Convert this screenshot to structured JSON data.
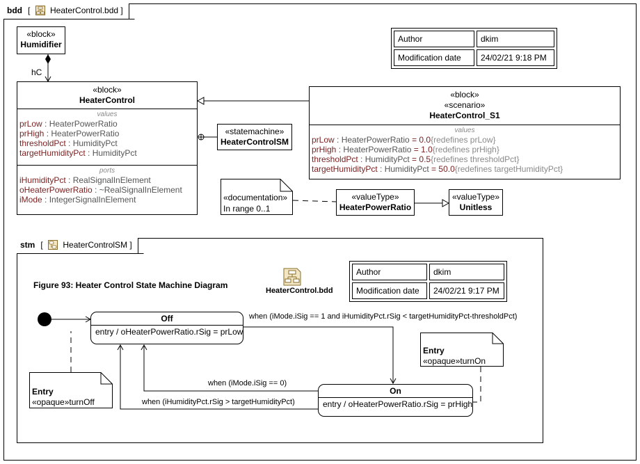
{
  "bdd": {
    "frame_kind": "bdd",
    "frame_name": "HeaterControl.bdd",
    "info_table": {
      "rows": [
        [
          "Author",
          "dkim"
        ],
        [
          "Modification date",
          "24/02/21 9:18 PM"
        ]
      ]
    },
    "humidifier": {
      "stereotype": "«block»",
      "name": "Humidifier"
    },
    "assoc_role": "hC",
    "heater_control": {
      "stereotype": "«block»",
      "name": "HeaterControl",
      "values_title": "values",
      "values": [
        {
          "name": "prLow",
          "type": " : HeaterPowerRatio"
        },
        {
          "name": "prHigh",
          "type": " : HeaterPowerRatio"
        },
        {
          "name": "thresholdPct",
          "type": " : HumidityPct"
        },
        {
          "name": "targetHumidityPct",
          "type": " : HumidityPct"
        }
      ],
      "ports_title": "ports",
      "ports": [
        {
          "name": "iHumidityPct",
          "type": " : RealSignalInElement"
        },
        {
          "name": "oHeaterPowerRatio",
          "type": " : ~RealSignalInElement"
        },
        {
          "name": "iMode",
          "type": " : IntegerSignalInElement"
        }
      ]
    },
    "statemachine": {
      "stereotype": "«statemachine»",
      "name": "HeaterControlSM"
    },
    "scenario": {
      "stereotype1": "«block»",
      "stereotype2": "«scenario»",
      "name": "HeaterControl_S1",
      "values_title": "values",
      "values": [
        {
          "name": "prLow",
          "type": " : HeaterPowerRatio",
          "eq": " = 0.0",
          "red": "{redefines prLow}"
        },
        {
          "name": "prHigh",
          "type": " : HeaterPowerRatio",
          "eq": " = 1.0",
          "red": "{redefines prHigh}"
        },
        {
          "name": "thresholdPct",
          "type": " : HumidityPct",
          "eq": " = 0.5",
          "red": "{redefines thresholdPct}"
        },
        {
          "name": "targetHumidityPct",
          "type": " : HumidityPct",
          "eq": " = 50.0",
          "red": "{redefines targetHumidityPct}"
        }
      ]
    },
    "documentation": {
      "stereotype": "«documentation»",
      "text": "In range 0..1"
    },
    "heater_power_ratio": {
      "stereotype": "«valueType»",
      "name": "HeaterPowerRatio"
    },
    "unitless": {
      "stereotype": "«valueType»",
      "name": "Unitless"
    }
  },
  "stm": {
    "frame_kind": "stm",
    "frame_name": "HeaterControlSM",
    "figure_title": "Figure 93: Heater Control State Machine Diagram",
    "diagram_link": "HeaterControl.bdd",
    "info_table": {
      "rows": [
        [
          "Author",
          "dkim"
        ],
        [
          "Modification date",
          "24/02/21 9:17 PM"
        ]
      ]
    },
    "off": {
      "name": "Off",
      "entry": "entry / oHeaterPowerRatio.rSig = prLow"
    },
    "on": {
      "name": "On",
      "entry": "entry / oHeaterPowerRatio.rSig = prHigh"
    },
    "t_off_on": "when (iMode.iSig == 1 and iHumidityPct.rSig < targetHumidityPct-thresholdPct)",
    "t_on_off_mode": "when (iMode.iSig == 0)",
    "t_on_off_hum": "when (iHumidityPct.rSig > targetHumidityPct)",
    "note_on": {
      "title": "Entry",
      "body": "«opaque»turnOn"
    },
    "note_off": {
      "title": "Entry",
      "body": "«opaque»turnOff"
    }
  }
}
